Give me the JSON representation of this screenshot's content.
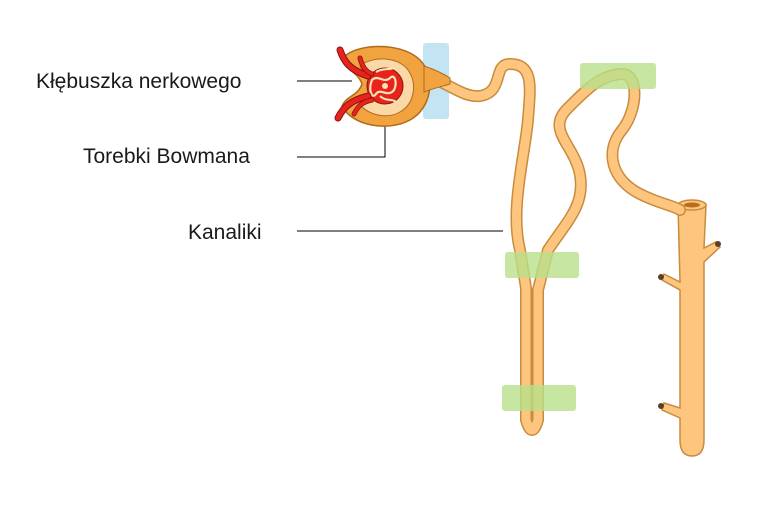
{
  "labels": {
    "glomerulus": "Kłębuszka nerkowego",
    "bowman": "Torebki Bowmana",
    "tubules": "Kanaliki"
  },
  "colors": {
    "tubule_fill": "#fdc57e",
    "tubule_outline": "#c98b3d",
    "capsule_fill": "#f0a33e",
    "capsule_outline": "#b06a1e",
    "blood_vessel": "#e8231c",
    "blood_outline": "#8a1410",
    "highlight_green": "#b8e08a",
    "highlight_blue": "#b9dff0",
    "leader_line": "#000000"
  }
}
